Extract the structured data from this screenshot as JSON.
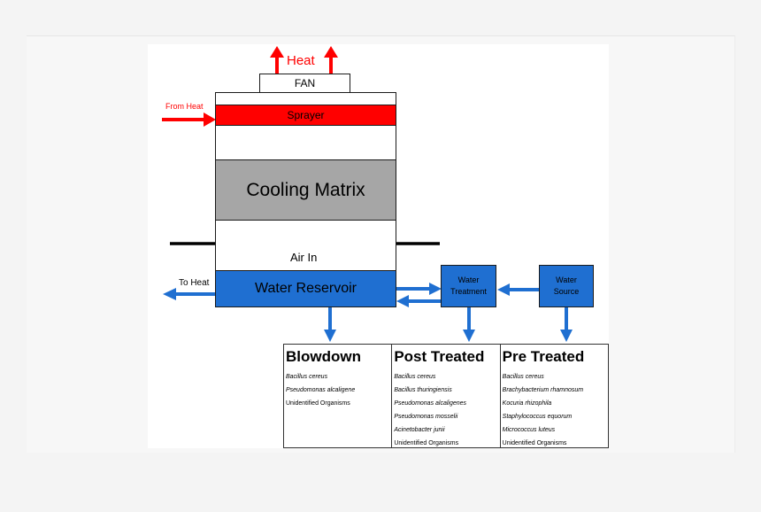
{
  "diagram": {
    "heat_label": "Heat",
    "fan_label": "FAN",
    "from_heat_label": "From Heat",
    "sprayer_label": "Sprayer",
    "cooling_matrix_label": "Cooling Matrix",
    "air_in_label": "Air In",
    "water_reservoir_label": "Water Reservoir",
    "to_heat_label": "To Heat",
    "water_treatment_label": "Water Treatment",
    "water_source_label": "Water Source",
    "colors": {
      "red": "#ff0000",
      "blue": "#1f6fd1",
      "gray": "#a6a6a6",
      "black": "#000000"
    }
  },
  "table": {
    "columns": [
      {
        "title": "Blowdown",
        "organisms": [
          "Bacillus cereus",
          "Pseudomonas alcaligene",
          "Unidentified Organisms"
        ]
      },
      {
        "title": "Post Treated",
        "organisms": [
          "Bacillus cereus",
          "Bacillus thuringiensis",
          "Pseudomonas alcaligenes",
          "Pseudomonas mosselii",
          "Acinetobacter junii",
          "Unidentified Organisms"
        ]
      },
      {
        "title": "Pre Treated",
        "organisms": [
          "Bacillus cereus",
          "Brachybacterium rhamnosum",
          "Kocuria rhizophila",
          "Staphylococcus equorum",
          "Micrococcus luteus",
          "Unidentified Organisms"
        ]
      }
    ]
  }
}
